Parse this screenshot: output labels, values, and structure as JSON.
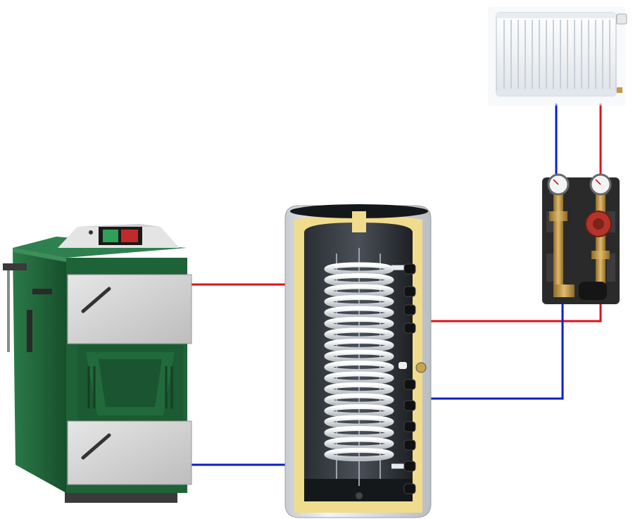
{
  "diagram": {
    "components": [
      {
        "id": "boiler",
        "icon": "solid-fuel-boiler-icon"
      },
      {
        "id": "tank",
        "icon": "buffer-tank-with-coil-icon"
      },
      {
        "id": "pump-group",
        "icon": "pump-station-icon"
      },
      {
        "id": "radiator",
        "icon": "panel-radiator-icon"
      }
    ],
    "connections": [
      {
        "from": "boiler",
        "to": "tank",
        "line": "supply"
      },
      {
        "from": "boiler",
        "to": "tank",
        "line": "return"
      },
      {
        "from": "tank",
        "to": "pump-group",
        "line": "supply"
      },
      {
        "from": "pump-group",
        "to": "tank",
        "line": "return"
      },
      {
        "from": "pump-group",
        "to": "radiator",
        "line": "supply"
      },
      {
        "from": "radiator",
        "to": "pump-group",
        "line": "return"
      }
    ],
    "colors": {
      "supply": "#e0101a",
      "return": "#0a1fc8",
      "boiler_green": "#1f6a3c",
      "door_grey": "#d4d4d4",
      "insulation": "#f0dc8c",
      "tank_shell": "#dfe2e5",
      "pump_red": "#b5332a",
      "brass": "#c59a47"
    }
  }
}
